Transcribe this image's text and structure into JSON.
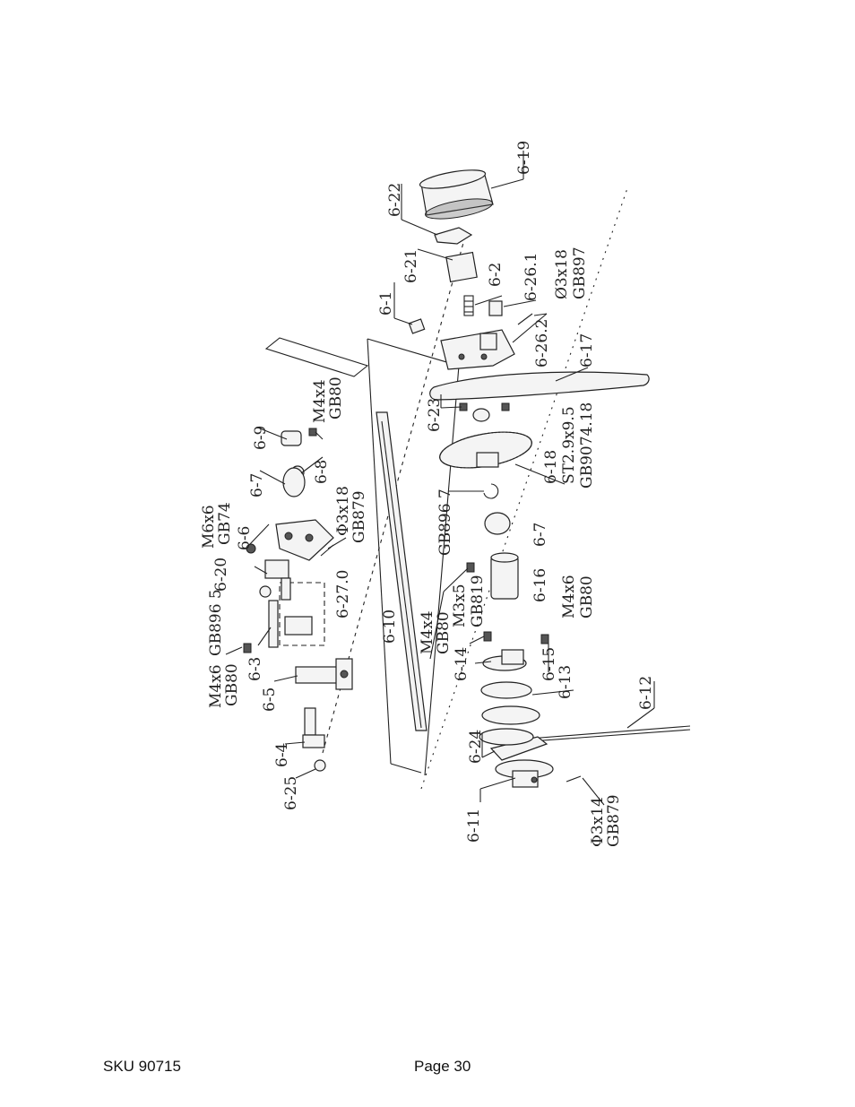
{
  "labels": {
    "l_6_19": "6-19",
    "l_6_22": "6-22",
    "l_6_21": "6-21",
    "l_6_2": "6-2",
    "l_6_26_1": "6-26.1",
    "l_phi3x18_a": "Ø3x18",
    "l_gb897": "GB897",
    "l_6_1": "6-1",
    "l_6_26_2": "6-26.2",
    "l_6_17": "6-17",
    "l_6_23": "6-23",
    "l_6_18": "6-18",
    "l_st29": "ST2.9x9.5",
    "l_gb9074": "GB9074.18",
    "l_gb896_7": "GB896 7",
    "l_6_7b": "6-7",
    "l_6_16": "6-16",
    "l_m4x6b": "M4x6",
    "l_gb80c": "GB80",
    "l_m3x5": "M3x5",
    "l_gb819": "GB819",
    "l_m4x4b": "M4x4",
    "l_gb80b": "GB80",
    "l_6_14": "6-14",
    "l_6_15": "6-15",
    "l_6_13": "6-13",
    "l_6_12": "6-12",
    "l_6_24": "6-24",
    "l_6_11": "6-11",
    "l_phi3x14": "Φ3x14",
    "l_gb879b": "GB879",
    "l_6_10": "6-10",
    "l_6_9": "6-9",
    "l_m4x4": "M4x4",
    "l_gb80a": "GB80",
    "l_6_8": "6-8",
    "l_6_7": "6-7",
    "l_phi3x18": "Φ3x18",
    "l_gb879": "GB879",
    "l_m6x6": "M6x6",
    "l_gb74": "GB74",
    "l_6_6": "6-6",
    "l_6_20": "6-20",
    "l_6_27": "6-27.0",
    "l_gb896_5": "GB896 5",
    "l_m4x6": "M4x6",
    "l_gb80": "GB80",
    "l_6_3": "6-3",
    "l_6_5": "6-5",
    "l_6_4": "6-4",
    "l_6_25": "6-25"
  },
  "footer": {
    "sku": "SKU 90715",
    "page": "Page 30"
  }
}
